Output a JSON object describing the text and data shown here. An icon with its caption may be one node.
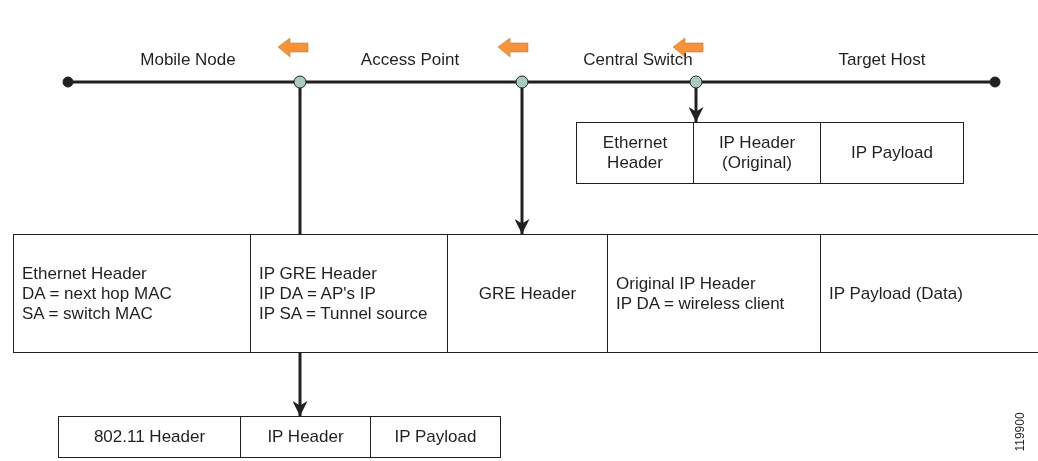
{
  "diagram": {
    "nodes": [
      {
        "text": [],
        "shape": "circle"
      },
      {
        "text": [],
        "shape": "circle"
      },
      {
        "text": [],
        "shape": "circle"
      },
      {
        "text": [],
        "shape": "circle"
      },
      {
        "text": [],
        "shape": "circle"
      },
      {
        "text": [
          "Ethernet Header"
        ]
      },
      {
        "text": [
          "IP Header (Original)"
        ]
      },
      {
        "text": [
          "IP Payload"
        ]
      },
      {
        "text": [
          "Ethernet Header",
          "DA = next hop MAC",
          "SA = switch MAC"
        ]
      },
      {
        "text": [
          "IP GRE Header",
          "IP DA = AP's IP",
          "IP SA = Tunnel source"
        ]
      },
      {
        "text": [
          "GRE Header"
        ]
      },
      {
        "text": [
          "Original IP Header",
          "IP DA = wireless client"
        ]
      },
      {
        "text": [
          "IP Payload (Data)"
        ]
      },
      {
        "text": [
          "802.11 Header"
        ]
      },
      {
        "text": [
          "IP Header"
        ]
      },
      {
        "text": [
          "IP Payload"
        ]
      }
    ],
    "edges": [
      {
        "from": 0,
        "to": 1,
        "arrow": "none"
      },
      {
        "from": 1,
        "to": 2,
        "arrow": "none"
      },
      {
        "from": 2,
        "to": 3,
        "arrow": "none"
      },
      {
        "from": 3,
        "to": 4,
        "arrow": "none"
      },
      {
        "from": 3,
        "to": 6,
        "arrow": "to"
      },
      {
        "from": 2,
        "to": 10,
        "arrow": "to"
      },
      {
        "from": 1,
        "to": 9,
        "arrow": "none"
      },
      {
        "from": 9,
        "to": 14,
        "arrow": "to"
      }
    ],
    "labels": [
      "Mobile Node",
      "Access Point",
      "Central Switch",
      "Target Host",
      "119900"
    ]
  }
}
